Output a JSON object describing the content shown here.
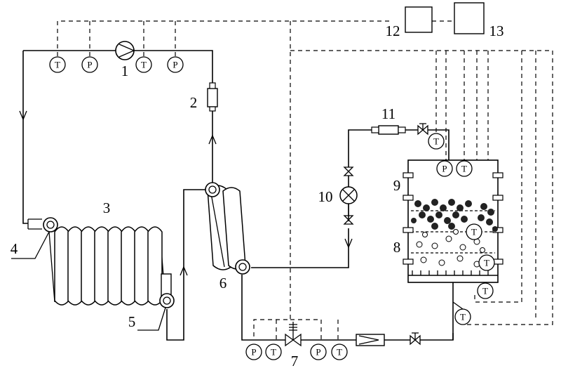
{
  "sensors": {
    "t_left_top": "T",
    "p_left_top": "P",
    "t_right_top": "T",
    "p_right_top": "P",
    "t_valve11": "T",
    "p_tank": "P",
    "t_tank_top": "T",
    "t_tank_mid1": "T",
    "t_tank_mid2": "T",
    "t_tank_bottom": "T",
    "t_outlet": "T",
    "p_bottom_left": "P",
    "t_bottom_left": "T",
    "p_bottom_right": "P",
    "t_bottom_right": "T"
  },
  "labels": {
    "compressor": "1",
    "sight_glass": "2",
    "condenser_coil": "3",
    "coil_inlet": "4",
    "coil_outlet": "5",
    "evaporator_coil": "6",
    "expansion_valve": "7",
    "tank_upper": "9",
    "tank_lower": "8",
    "flow_meter": "10",
    "filter": "11",
    "data_logger": "12",
    "computer": "13"
  }
}
